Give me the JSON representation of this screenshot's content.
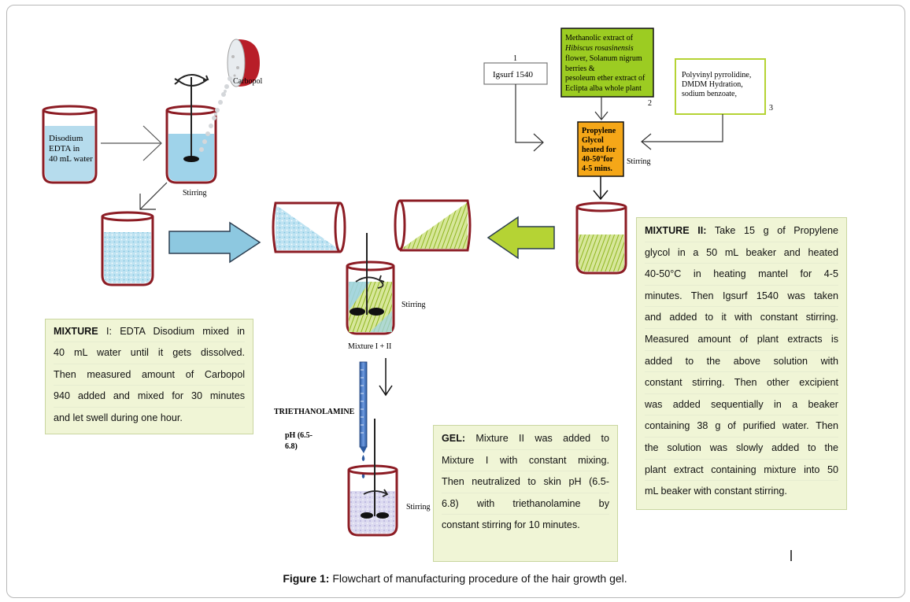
{
  "labels": {
    "beaker1": [
      "Disodium",
      "EDTA in",
      "40 mL water"
    ],
    "carbopol": "Carbopol",
    "stirring": "Stirring",
    "num1": "1",
    "num2": "2",
    "num3": "3",
    "igsurf": "Igsurf 1540",
    "extract": [
      "Methanolic extract of",
      "Hibiscus rosasinensis",
      "flower, Solanum nigrum",
      "berries &",
      "pesoleum ether extract of",
      "Eclipta alba whole plant"
    ],
    "excipients": [
      "Polyvinyl pyrrolidine,",
      "DMDM Hydration,",
      "sodium benzoate,"
    ],
    "propylene": [
      "Propylene",
      "Glycol",
      "heated for",
      "40-50°for",
      "4-5 mins."
    ],
    "mixture12": "Mixture I + II",
    "triethanolamine": "TRIETHANOLAMINE",
    "ph": [
      "pH (6.5-",
      "6.8)"
    ]
  },
  "mixture1": {
    "heading": "MIXTURE",
    "lines": [
      " I: EDTA Disodium mixed in",
      "40 mL water until it gets dissolved.",
      "Then measured amount of Carbopol",
      "940 added and mixed for 30 minutes",
      "and let swell during one hour."
    ]
  },
  "mixture2": {
    "heading": "MIXTURE II:",
    "lines": [
      " Take 15 g of Propylene",
      "glycol in a 50 mL beaker and heated",
      "40-50°C in heating mantel for 4-5",
      "minutes. Then Igsurf 1540 was taken",
      "and added to it with constant stirring.",
      "Measured amount of plant extracts is",
      "added to the above solution with",
      "constant stirring. Then other excipient",
      "was added sequentially in a beaker",
      "containing 38 g of purified water. Then",
      "the solution was slowly added to the",
      "plant extract containing mixture into 50",
      "mL beaker with constant stirring."
    ]
  },
  "gel": {
    "heading": "GEL:",
    "lines": [
      " Mixture II was added to",
      "Mixture I with constant mixing.",
      "Then neutralized to skin pH (6.5-",
      "6.8) with triethanolamine by",
      "constant stirring for 10 minutes."
    ]
  },
  "caption": {
    "label": "Figure 1:",
    "text": " Flowchart of manufacturing procedure of the hair growth gel."
  }
}
